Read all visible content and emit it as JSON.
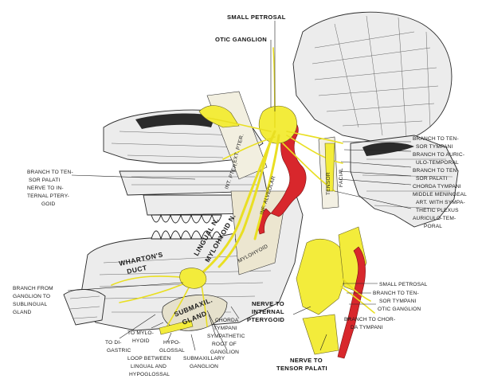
{
  "labels": {
    "small_petrosal": "SMALL PETROSAL",
    "otic_ganglion": "OTIC GANGLION",
    "branch_ten_sor_tympani_1": "BRANCH TO TEN-",
    "branch_ten_sor_tympani_2": "SOR TYMPANI",
    "branch_auriculo_1": "BRANCH TO AURIC-",
    "branch_auriculo_2": "ULO-TEMPORAL",
    "branch_tensor_palati_r_1": "BRANCH TO TEN-",
    "branch_tensor_palati_r_2": "SOR PALATI",
    "chorda_tympani_r": "CHORDA TYMPANI",
    "middle_meningeal_1": "MIDDLE MENINGEAL",
    "middle_meningeal_2": "ART. WITH SYMPA-",
    "middle_meningeal_3": "THETIC PLEXUS",
    "auriculo_temporal_1": "AURICULO-TEM-",
    "auriculo_temporal_2": "PORAL",
    "branch_tensor_palati_l_1": "BRANCH TO TEN-",
    "branch_tensor_palati_l_2": "SOR PALATI",
    "nerve_internal_pterygoid_l_1": "NERVE TO IN-",
    "nerve_internal_pterygoid_l_2": "TERNAL PTERY-",
    "nerve_internal_pterygoid_l_3": "GOID",
    "branch_from_ganglion_1": "BRANCH FROM",
    "branch_from_ganglion_2": "GANGLION TO",
    "branch_from_ganglion_3": "SUBLINGUAL",
    "branch_from_ganglion_4": "GLAND",
    "to_digastric_1": "TO DI-",
    "to_digastric_2": "GASTRIC",
    "to_mylohyoid_1": "TO MYLO-",
    "to_mylohyoid_2": "HYOID",
    "hypoglossal_1": "HYPO-",
    "hypoglossal_2": "GLOSSAL",
    "loop_1": "LOOP BETWEEN",
    "loop_2": "LINGUAL AND",
    "loop_3": "HYPOGLOSSAL",
    "submaxillary_ganglion_1": "SUBMAXILLARY",
    "submaxillary_ganglion_2": "GANGLION",
    "sympathetic_root_1": "SYMPATHETIC",
    "sympathetic_root_2": "ROOT OF",
    "sympathetic_root_3": "GANGLION",
    "chorda_tympani_c_1": "CHORDA",
    "chorda_tympani_c_2": "TYMPANI",
    "nerve_internal_pterygoid_i_1": "NERVE TO",
    "nerve_internal_pterygoid_i_2": "INTERNAL",
    "nerve_internal_pterygoid_i_3": "PTERYGOID",
    "nerve_tensor_palati_1": "NERVE TO",
    "nerve_tensor_palati_2": "TENSOR PALATI",
    "inset_small_petrosal": "SMALL PETROSAL",
    "inset_branch_tensor_tympani_1": "BRANCH TO TEN-",
    "inset_branch_tensor_tympani_2": "SOR TYMPANI",
    "inset_otic_ganglion": "OTIC GANGLION",
    "inset_branch_chorda_1": "BRANCH TO CHOR-",
    "inset_branch_chorda_2": "DA TYMPANI"
  },
  "inscriptions": {
    "lingual_n": "LINGUAL N.",
    "mylohyoid_n": "MYLOHYOID N.",
    "inf_alveolar": "INF. ALVEOLAR",
    "whartons_duct_1": "WHARTON'S",
    "whartons_duct_2": "DUCT",
    "submaxil_gland_1": "SUBMAXIL.",
    "submaxil_gland_2": "GLAND",
    "ext_pter": "EXT. PTER.",
    "int_pter": "INT. PTER.",
    "mylohyoid_m": "MYLOHYOID",
    "facial": "FACIAL",
    "tensor": "TENSOR"
  },
  "colors": {
    "nerve": "#f3ec3b",
    "artery": "#d8272c",
    "bone": "#ececec"
  }
}
